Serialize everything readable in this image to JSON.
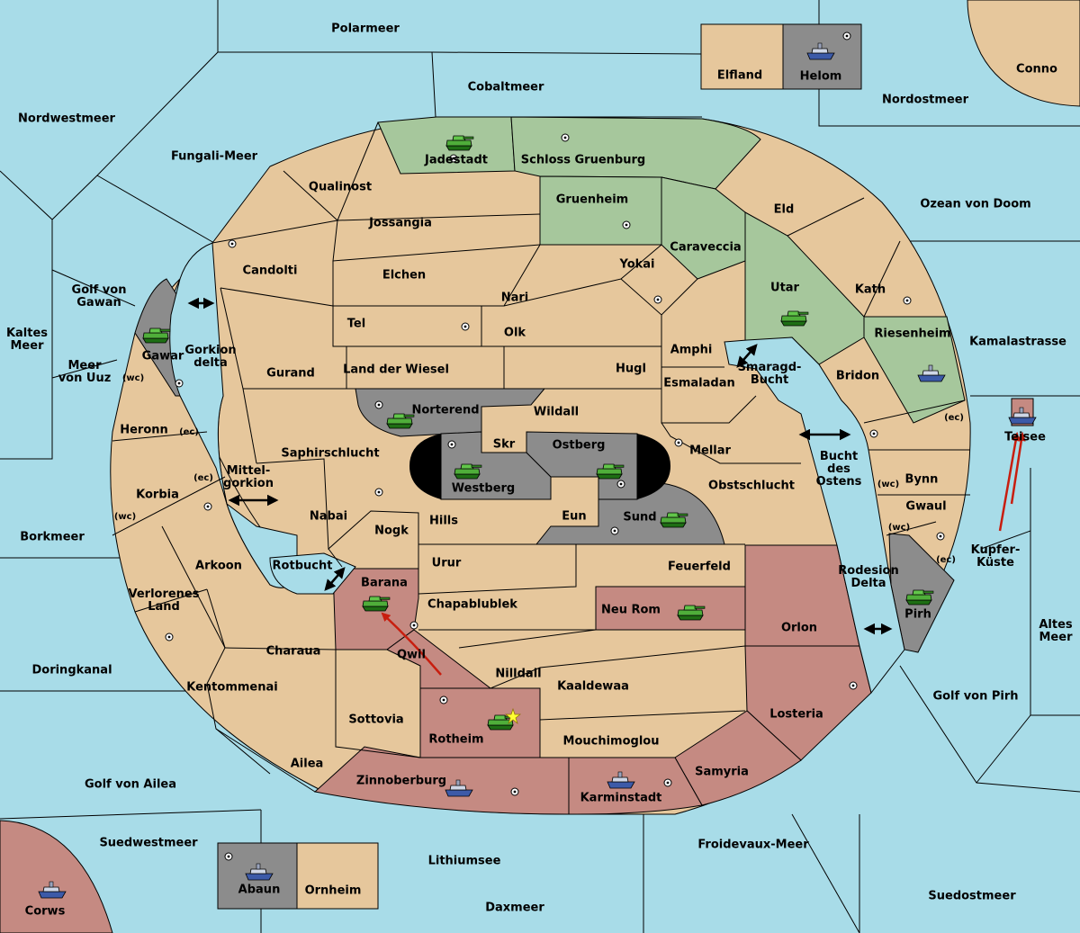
{
  "colors": {
    "sea": "#a8dce8",
    "neutral": "#e6c79c",
    "green": "#a6c79c",
    "red": "#c58a82",
    "gray": "#8c8c8c",
    "order_arrow": "#c81e0f"
  },
  "seas": [
    "Polarmeer",
    "Cobaltmeer",
    "Nordwestmeer",
    "Nordostmeer",
    "Fungali-Meer",
    "Ozean von Doom",
    "Golf von Gawan",
    "Kaltes Meer",
    "Meer von Uuz",
    "Kamalastrasse",
    "Mittelgorkion",
    "Gorkion delta",
    "Smaragd-Bucht",
    "Bucht des Ostens",
    "Rodesion Delta",
    "Rotbucht",
    "Borkmeer",
    "Doringkanal",
    "Kupfer-Küste",
    "Altes Meer",
    "Golf von Pirh",
    "Golf von Ailea",
    "Suedwestmeer",
    "Lithiumsee",
    "Froidevaux-Meer",
    "Daxmeer",
    "Suedostmeer"
  ],
  "provinces": [
    "Jadestadt",
    "Schloss Gruenburg",
    "Qualinost",
    "Jossangia",
    "Gruenheim",
    "Eld",
    "Candolti",
    "Elchen",
    "Caraveccia",
    "Yokai",
    "Nari",
    "Utar",
    "Kath",
    "Tel",
    "Olk",
    "Amphi",
    "Riesenheim",
    "Gawar",
    "Gurand",
    "Land der Wiesel",
    "Hugl",
    "Esmaladan",
    "Bridon",
    "Norterend",
    "Wildall",
    "Heronn",
    "Saphirschlucht",
    "Skr",
    "Ostberg",
    "Mellar",
    "Westberg",
    "Korbia",
    "Obstschlucht",
    "Bynn",
    "Nabai",
    "Hills",
    "Eun",
    "Sund",
    "Gwaul",
    "Nogk",
    "Arkoon",
    "Urur",
    "Feuerfeld",
    "Verlorenes Land",
    "Barana",
    "Chapablublek",
    "Neu Rom",
    "Orlon",
    "Pirh",
    "Charaua",
    "Qwil",
    "Nilldall",
    "Kaaldewaa",
    "Kentommenai",
    "Sottovia",
    "Losteria",
    "Rotheim",
    "Mouchimoglou",
    "Ailea",
    "Samyria",
    "Zinnoberburg",
    "Karminstadt",
    "Elfland",
    "Helom",
    "Conno",
    "Teisee",
    "Abaun",
    "Ornheim",
    "Corws"
  ],
  "coast_tags": {
    "wc": "(wc)",
    "ec": "(ec)"
  },
  "units": [
    {
      "type": "army",
      "power": "green",
      "at": "Jadestadt"
    },
    {
      "type": "army",
      "power": "green",
      "at": "Utar"
    },
    {
      "type": "fleet",
      "power": "green",
      "at": "Riesenheim"
    },
    {
      "type": "army",
      "power": "gray",
      "at": "Gawar"
    },
    {
      "type": "army",
      "power": "gray",
      "at": "Norterend"
    },
    {
      "type": "army",
      "power": "gray",
      "at": "Westberg"
    },
    {
      "type": "army",
      "power": "gray",
      "at": "Ostberg"
    },
    {
      "type": "army",
      "power": "gray",
      "at": "Sund"
    },
    {
      "type": "army",
      "power": "gray",
      "at": "Pirh"
    },
    {
      "type": "fleet",
      "power": "gray",
      "at": "Helom"
    },
    {
      "type": "fleet",
      "power": "gray",
      "at": "Abaun"
    },
    {
      "type": "army",
      "power": "red",
      "at": "Barana"
    },
    {
      "type": "army",
      "power": "red",
      "at": "Neu Rom"
    },
    {
      "type": "army",
      "power": "red",
      "at": "Rotheim"
    },
    {
      "type": "fleet",
      "power": "red",
      "at": "Zinnoberburg"
    },
    {
      "type": "fleet",
      "power": "red",
      "at": "Karminstadt"
    },
    {
      "type": "fleet",
      "power": "red",
      "at": "Teisee"
    },
    {
      "type": "fleet",
      "power": "red",
      "at": "Corws"
    }
  ]
}
